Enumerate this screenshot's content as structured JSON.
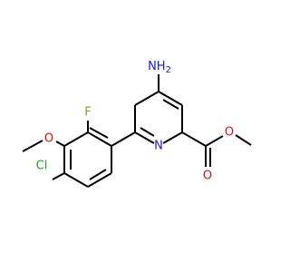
{
  "molecule": {
    "atoms": {
      "amino": "NH",
      "amino_sub": "2",
      "ring_nitrogen": "N",
      "fluorine": "F",
      "methoxy_oxygen": "O",
      "chlorine": "Cl",
      "ester_carbonyl_oxygen": "O",
      "ester_ether_oxygen": "O"
    }
  }
}
